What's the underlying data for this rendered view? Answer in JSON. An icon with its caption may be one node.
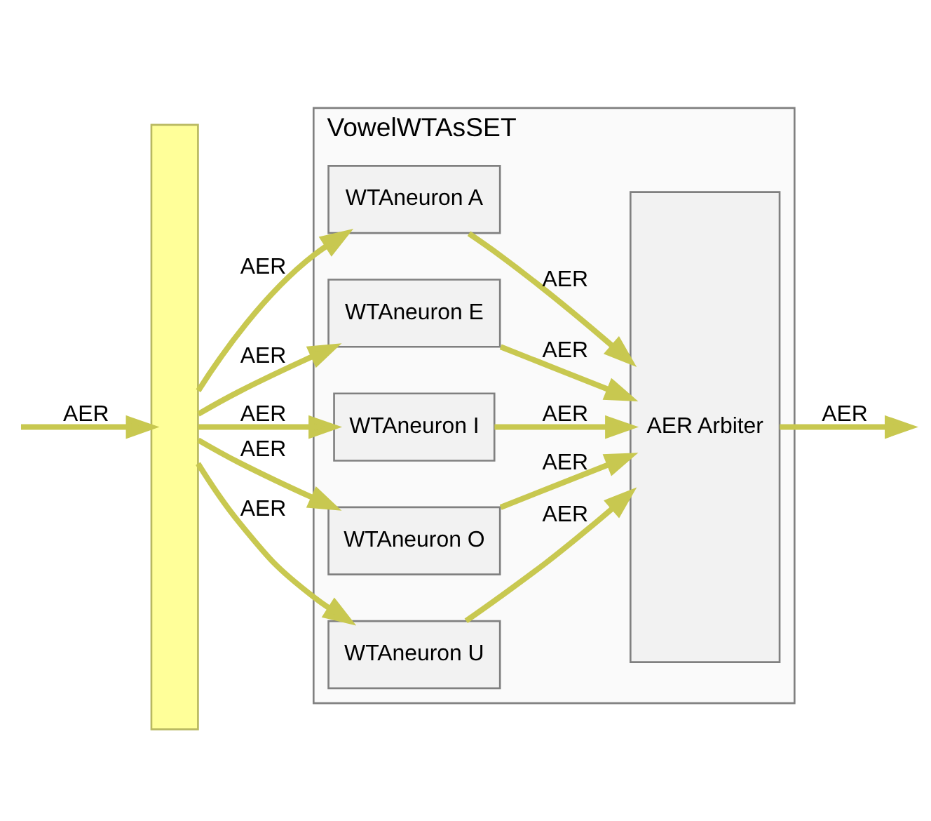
{
  "diagram": {
    "nodes": [
      {
        "text": [
          "VowelWTAsSET"
        ]
      },
      {
        "text": [
          "WTAneuron A"
        ],
        "in": 0
      },
      {
        "text": [
          "WTAneuron E"
        ],
        "in": 0
      },
      {
        "text": [
          "WTAneuron I"
        ],
        "in": 0
      },
      {
        "text": [
          "WTAneuron O"
        ],
        "in": 0
      },
      {
        "text": [
          "WTAneuron U"
        ],
        "in": 0
      },
      {
        "text": [
          "AER Arbiter"
        ],
        "in": 0
      },
      {
        "text": [],
        "shape": "bar"
      }
    ],
    "edges": [
      {
        "from": null,
        "to": 7,
        "arrow": "to",
        "label": "AER"
      },
      {
        "from": 7,
        "to": 1,
        "arrow": "to",
        "label": "AER"
      },
      {
        "from": 7,
        "to": 2,
        "arrow": "to",
        "label": "AER"
      },
      {
        "from": 7,
        "to": 3,
        "arrow": "to",
        "label": "AER"
      },
      {
        "from": 7,
        "to": 4,
        "arrow": "to",
        "label": "AER"
      },
      {
        "from": 7,
        "to": 5,
        "arrow": "to",
        "label": "AER"
      },
      {
        "from": 1,
        "to": 6,
        "arrow": "to",
        "label": "AER"
      },
      {
        "from": 2,
        "to": 6,
        "arrow": "to",
        "label": "AER"
      },
      {
        "from": 3,
        "to": 6,
        "arrow": "to",
        "label": "AER"
      },
      {
        "from": 4,
        "to": 6,
        "arrow": "to",
        "label": "AER"
      },
      {
        "from": 5,
        "to": 6,
        "arrow": "to",
        "label": "AER"
      },
      {
        "from": 6,
        "to": null,
        "arrow": "to",
        "label": "AER"
      }
    ]
  }
}
